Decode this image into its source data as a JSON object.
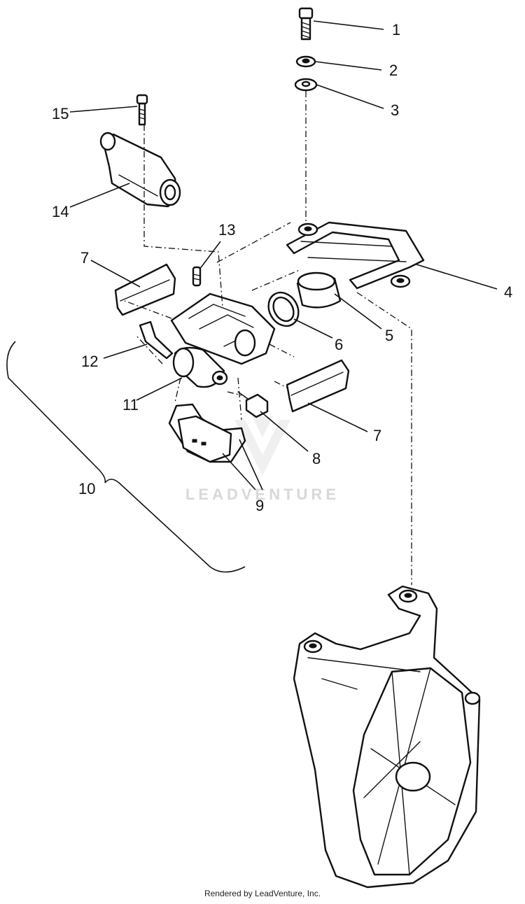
{
  "diagram": {
    "callouts": [
      "1",
      "2",
      "3",
      "4",
      "5",
      "6",
      "7",
      "7",
      "8",
      "9",
      "10",
      "11",
      "12",
      "13",
      "14",
      "15"
    ]
  },
  "watermark": {
    "text": "LEADVENTURE"
  },
  "footer": {
    "credit": "Rendered by LeadVenture, Inc."
  }
}
